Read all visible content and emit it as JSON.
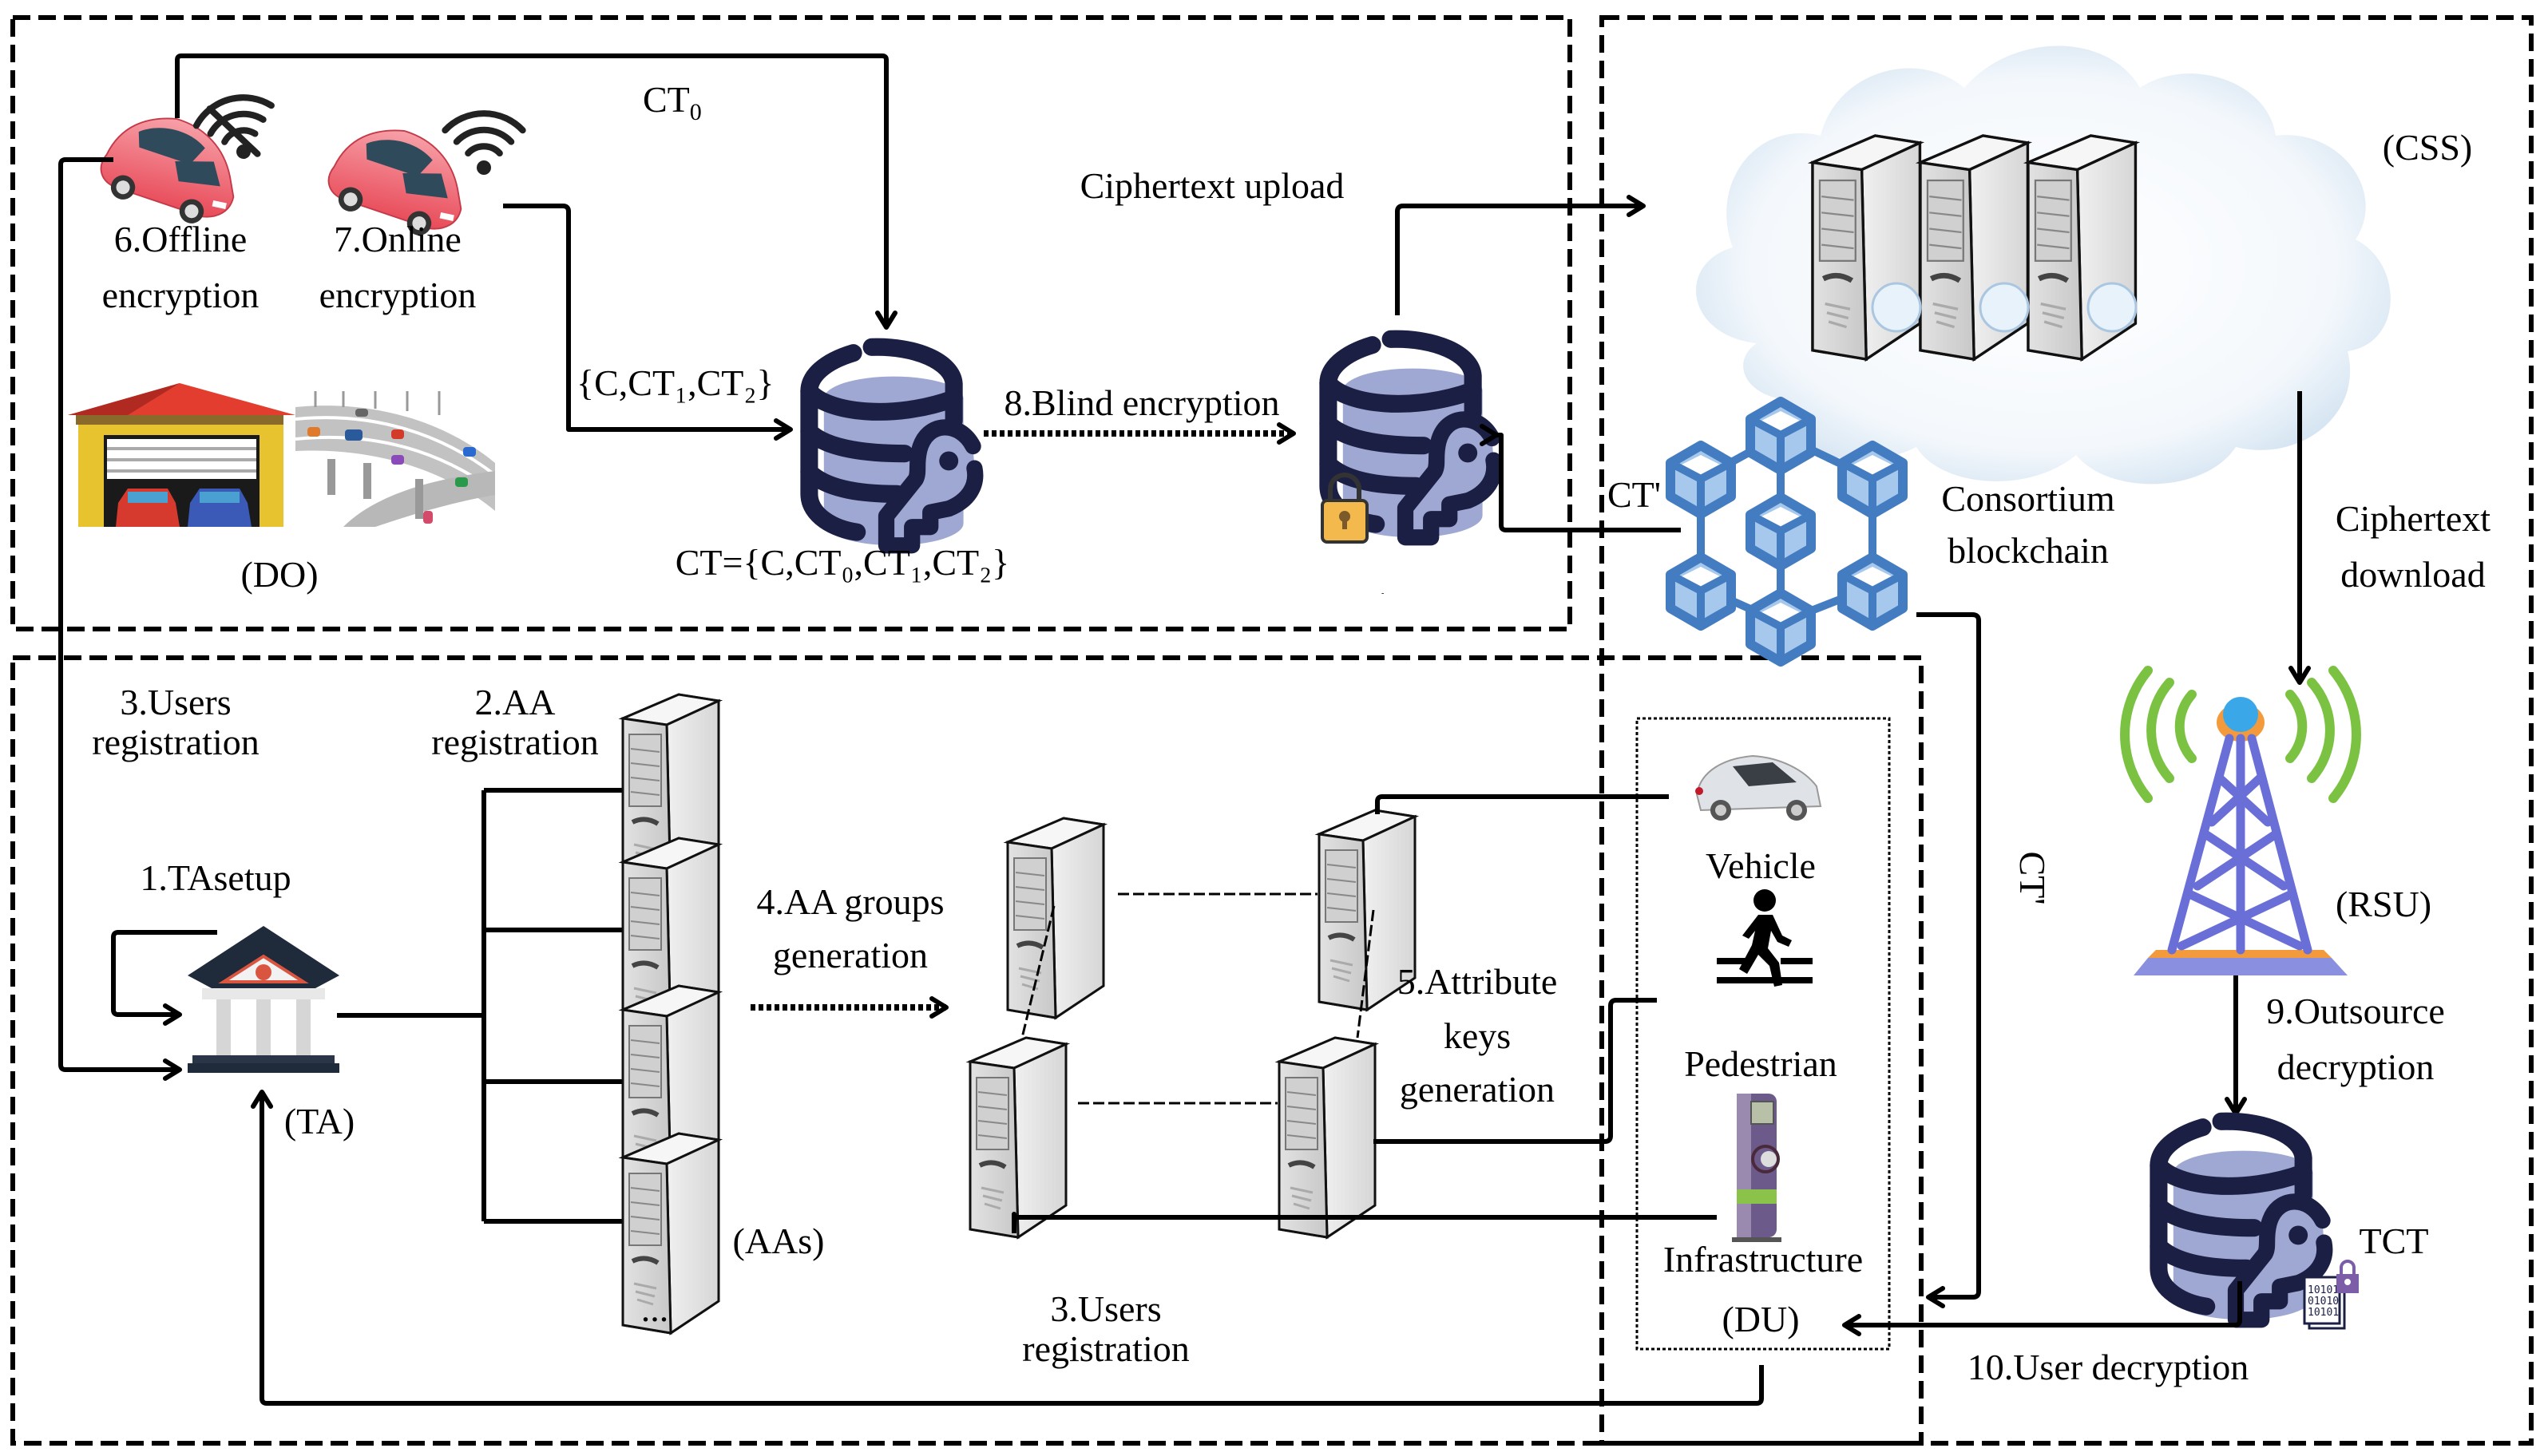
{
  "figure": {
    "title": "Offline/online multi-authority attribute-based encryption system with blockchain for vehicular networks"
  },
  "regions": {
    "data_owner": "(DO)",
    "cloud_storage": "(CSS)",
    "trusted_authority": "(TA)",
    "attribute_authorities": "(AAs)",
    "road_side_unit": "(RSU)",
    "data_user": "(DU)"
  },
  "steps": {
    "s1": "1.TAsetup",
    "s2_line1": "2.AA",
    "s2_line2": "registration",
    "s3_line1": "3.Users",
    "s3_line2": "registration",
    "s4_line1": "4.AA groups",
    "s4_line2": "generation",
    "s5_line1": "5.Attribute",
    "s5_line2": "keys",
    "s5_line3": "generation",
    "s6_line1": "6.Offline",
    "s6_line2": "encryption",
    "s7_line1": "7.Online",
    "s7_line2": "encryption",
    "s8": "8.Blind encryption",
    "s9_line1": "9.Outsource",
    "s9_line2": "decryption",
    "s10": "10.User decryption"
  },
  "labels": {
    "ct0_main": "CT",
    "ct0_sub": "0",
    "ciphertext_upload": "Ciphertext upload",
    "ciphertext_download_line1": "Ciphertext",
    "ciphertext_download_line2": "download",
    "partial_ct": "{C,CT₁,CT₂}",
    "full_ct": "CT={C,CT₀,CT₁,CT₂}",
    "ct_prime": "CT'",
    "ct_prime_vertical": "CT'",
    "blockchain_line1": "Consortium",
    "blockchain_line2": "blockchain",
    "tct": "TCT",
    "ellipsis": "...",
    "tiny_mark": "-"
  },
  "data_users": {
    "vehicle": "Vehicle",
    "pedestrian": "Pedestrian",
    "infrastructure": "Infrastructure"
  },
  "icons": {
    "offline_car": "red-car-icon",
    "online_car": "red-car-icon",
    "no_wifi": "wifi-off-icon",
    "wifi": "wifi-icon",
    "garage": "garage-icon",
    "highway": "highway-icon",
    "database_key": "database-key-icon",
    "padlock": "padlock-icon",
    "cloud": "cloud-icon",
    "server": "server-icon",
    "blockchain": "blockchain-icon",
    "tower": "rsu-tower-icon",
    "bank": "bank-building-icon",
    "silver_car": "car-icon",
    "pedestrian": "pedestrian-crossing-icon",
    "charger": "ev-charger-icon",
    "encrypted_doc": "encrypted-document-icon"
  },
  "colors": {
    "db_outline": "#1b1f44",
    "db_fill": "#9fa8d3",
    "blockchain_blue": "#437cc0",
    "blockchain_fill": "#a6c8ec",
    "car_red": "#ee5a66",
    "tower_purple": "#6a6fd8",
    "tower_green": "#7cc242",
    "tower_orange": "#f39a3c",
    "lock_yellow": "#f4b94c",
    "doc_lock_purple": "#7b5ea7",
    "cloud_blue": "#c9ddee"
  }
}
